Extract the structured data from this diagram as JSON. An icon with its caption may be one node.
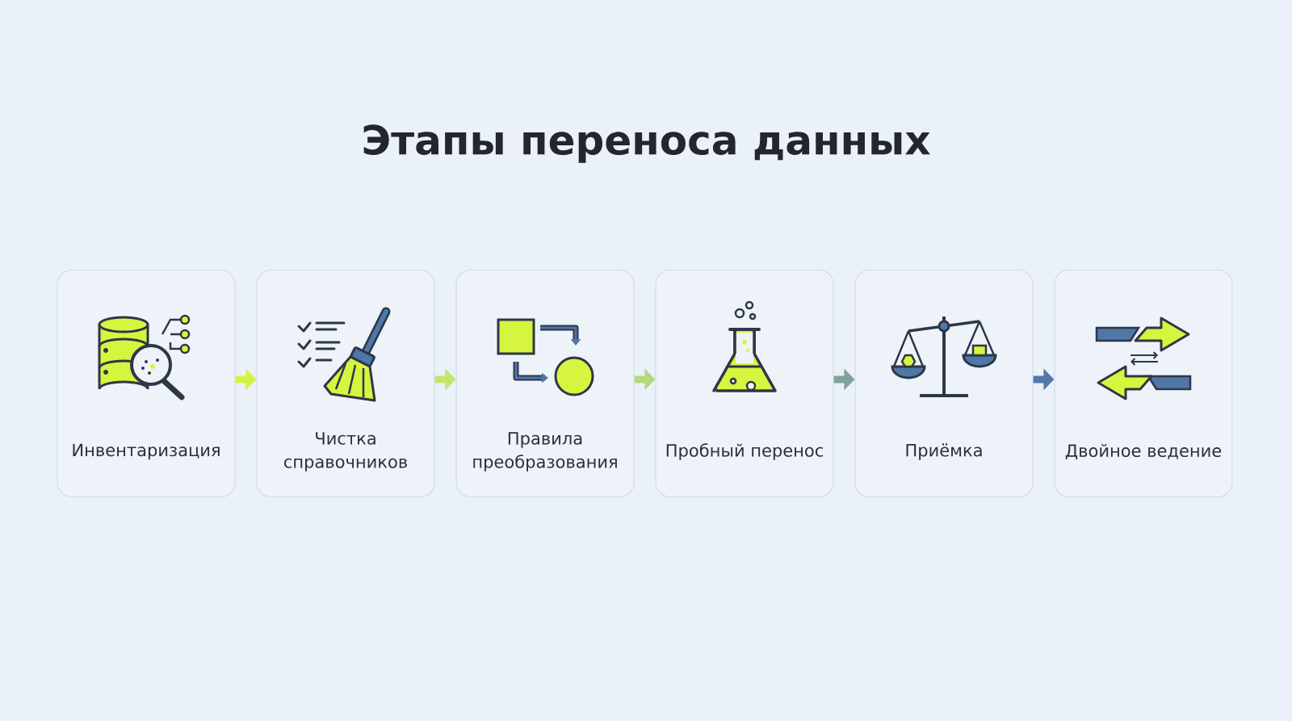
{
  "diagram": {
    "title": "Этапы переноса данных",
    "nodes": [
      {
        "text": [
          "Инвентаризация"
        ]
      },
      {
        "text": [
          "Чистка справочников"
        ]
      },
      {
        "text": [
          "Правила преобразования"
        ]
      },
      {
        "text": [
          "Пробный перенос"
        ]
      },
      {
        "text": [
          "Приёмка"
        ]
      },
      {
        "text": [
          "Двойное ведение"
        ]
      }
    ],
    "edges": [
      {
        "from": 0,
        "to": 1,
        "arrow": "to",
        "color": "#d4f245"
      },
      {
        "from": 1,
        "to": 2,
        "arrow": "to",
        "color": "#c2e66a"
      },
      {
        "from": 2,
        "to": 3,
        "arrow": "to",
        "color": "#b2d97c"
      },
      {
        "from": 3,
        "to": 4,
        "arrow": "to",
        "color": "#80a39a"
      },
      {
        "from": 4,
        "to": 5,
        "arrow": "to",
        "color": "#5279aa"
      }
    ]
  }
}
